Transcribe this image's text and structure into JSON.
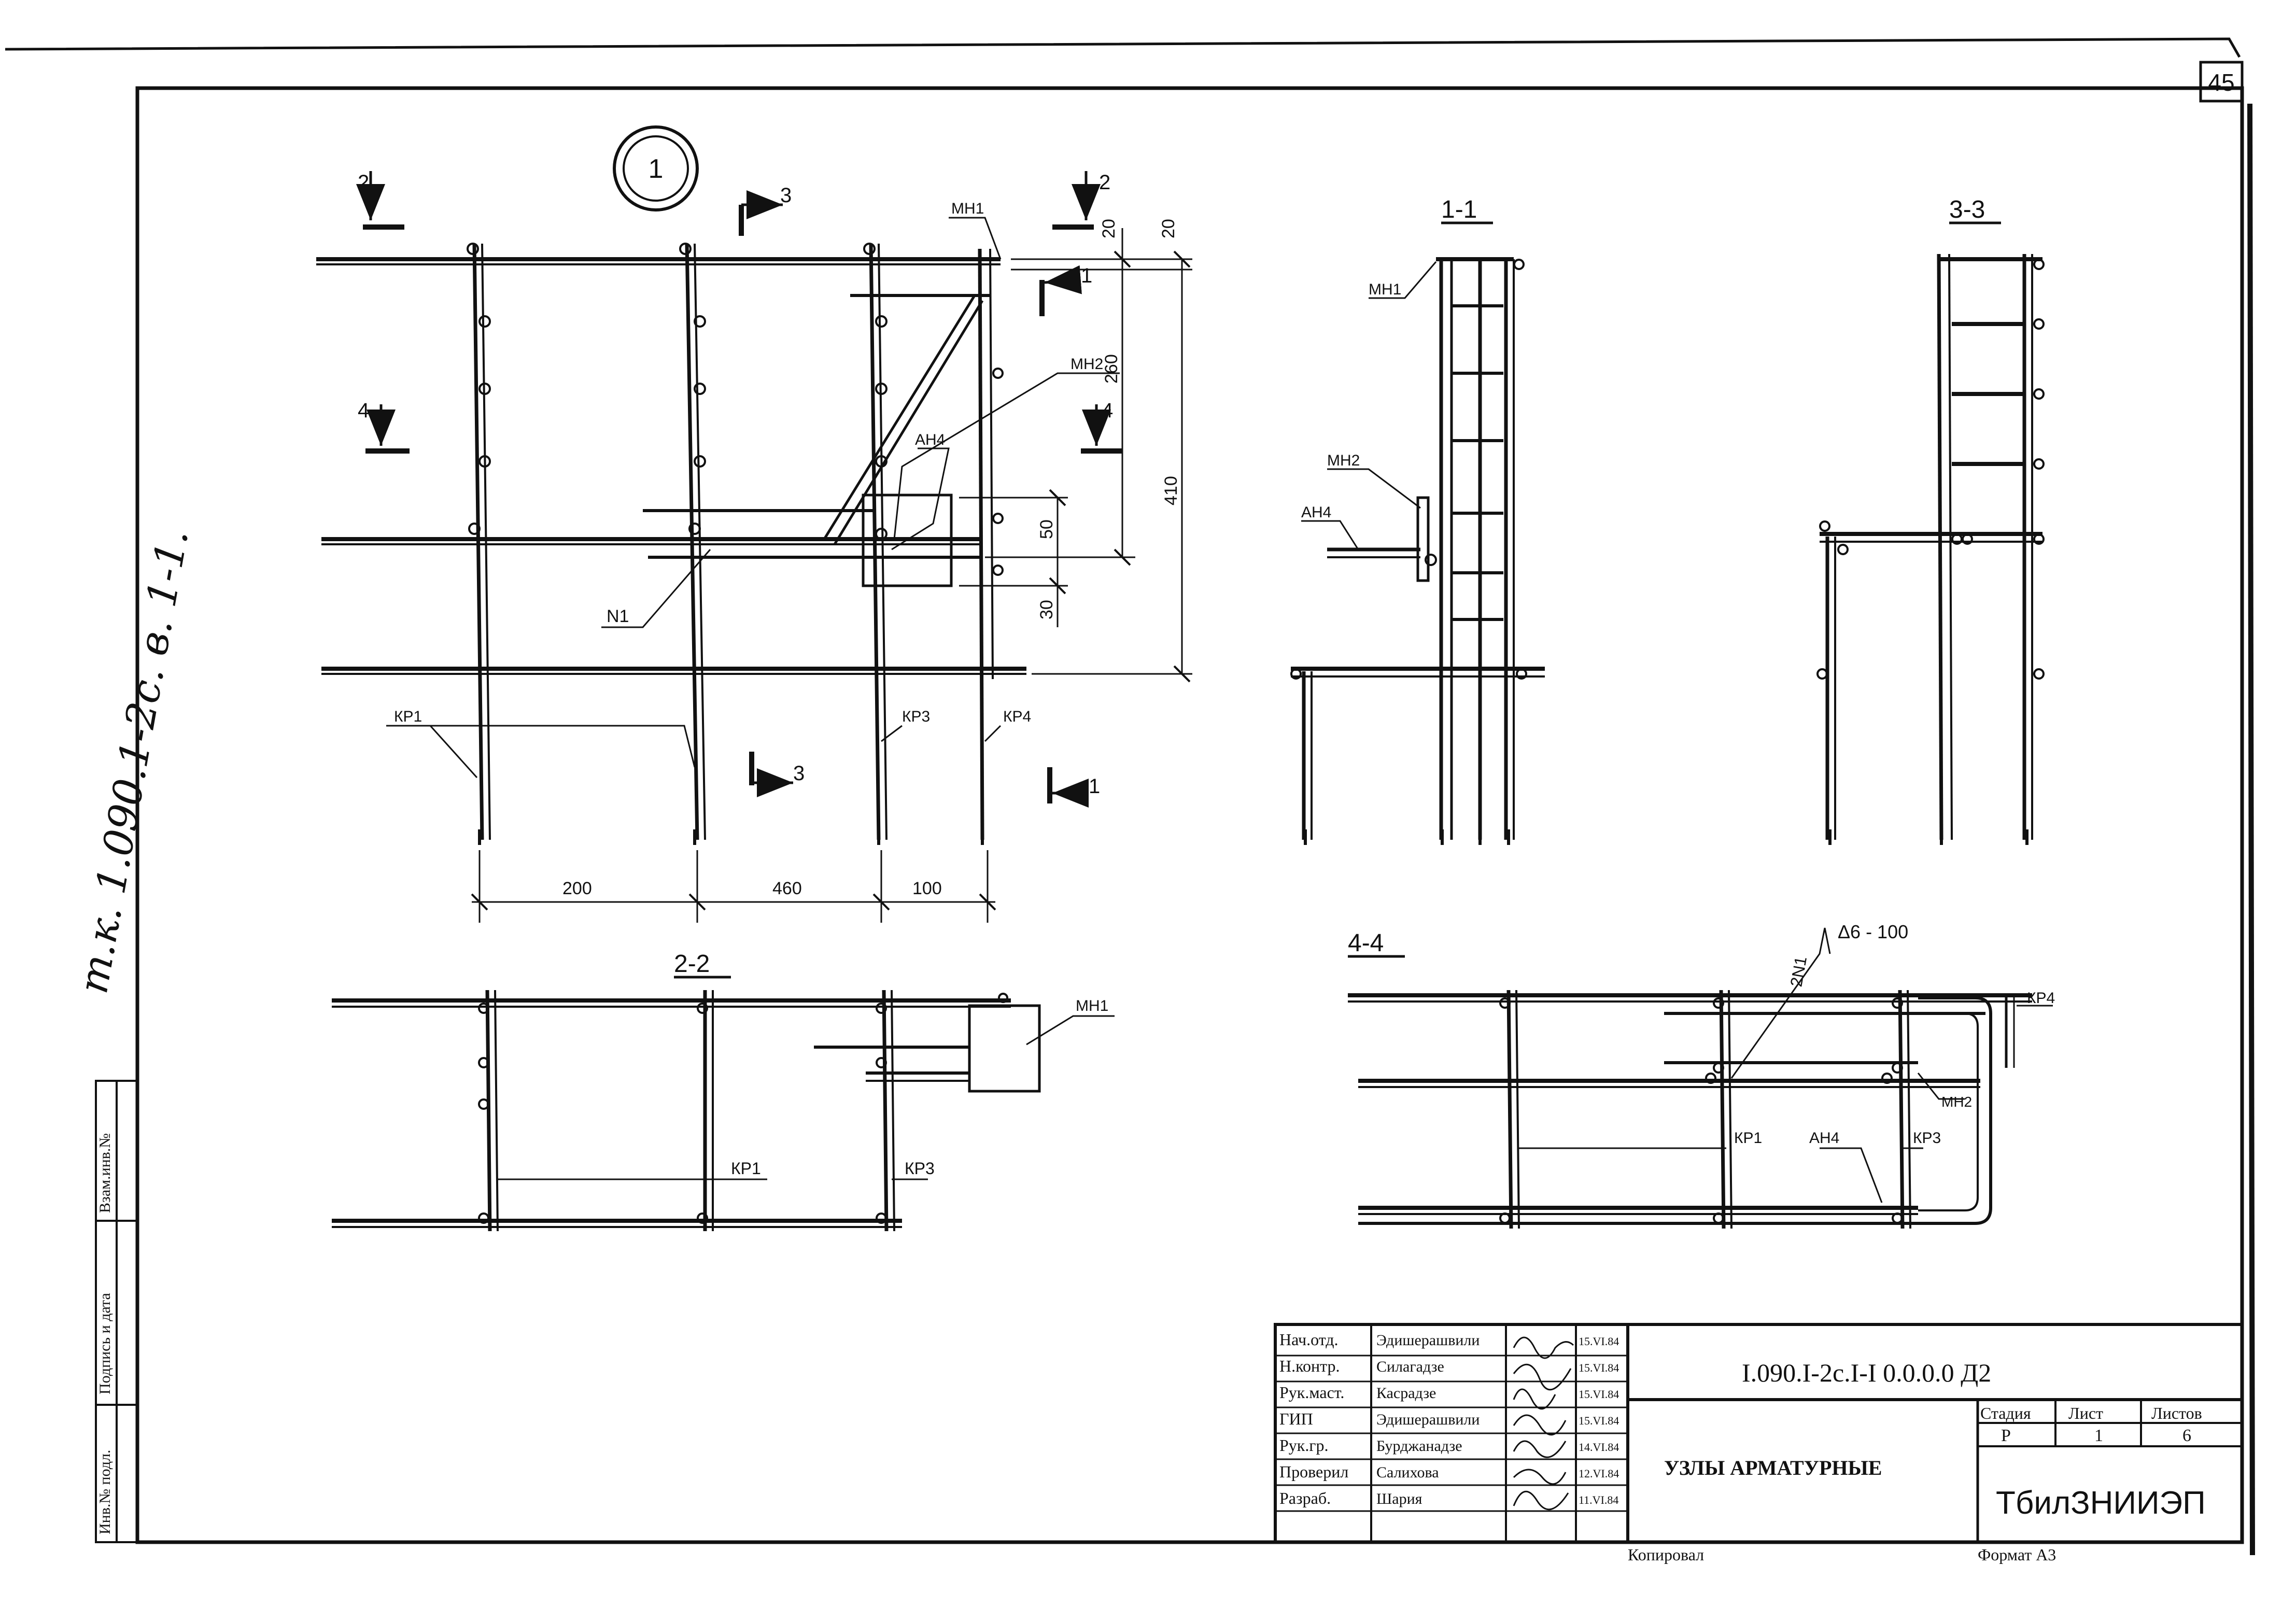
{
  "sheet": {
    "page_number": "45",
    "node_marker": "1",
    "side_stamp": "т.к. 1.090.1-2с. в. 1-1.",
    "format_note": "Формат А3",
    "copied_note": "Копировал"
  },
  "side_panel": {
    "inv_no": "Инв.№ подл.",
    "sign_date": "Подпись и дата",
    "replace_inv": "Взам.инв.№"
  },
  "plan": {
    "cut_2_left": "2",
    "cut_2_right": "2",
    "cut_3_top": "3",
    "cut_3_bottom": "3",
    "cut_4_left": "4",
    "cut_4_right": "4",
    "cut_1_top": "1",
    "cut_1_bottom": "1",
    "mn1": "МН1",
    "mn2": "МН2",
    "an4": "АН4",
    "n1": "N1",
    "kr1": "КР1",
    "kr3": "КР3",
    "kr4": "КР4",
    "dim_20a": "20",
    "dim_20b": "20",
    "dim_260": "260",
    "dim_410": "410",
    "dim_50": "50",
    "dim_30": "30",
    "dim_200": "200",
    "dim_460": "460",
    "dim_100": "100"
  },
  "sec11": {
    "title": "1-1",
    "mn1": "МН1",
    "mn2": "МН2",
    "an4": "АН4"
  },
  "sec33": {
    "title": "3-3"
  },
  "sec22": {
    "title": "2-2",
    "mn1": "МН1",
    "kr1": "КР1",
    "kr3": "КР3"
  },
  "sec44": {
    "title": "4-4",
    "step": "Δ6 - 100",
    "n1": "2N1",
    "kr4": "КР4",
    "mn2": "МН2",
    "kr1": "КР1",
    "an4": "АН4",
    "kr3": "КР3"
  },
  "title_block": {
    "code": "I.090.I-2с.I-I 0.0.0.0 Д2",
    "name": "УЗЛЫ АРМАТУРНЫЕ",
    "org": "ТбилЗНИИЭП",
    "stage_h": "Стадия",
    "sheet_h": "Лист",
    "sheets_h": "Листов",
    "stage": "Р",
    "sheet": "1",
    "sheets": "6",
    "rows": [
      {
        "role": "Нач.отд.",
        "name": "Эдишерашвили",
        "date": "15.VI.84"
      },
      {
        "role": "Н.контр.",
        "name": "Силагадзе",
        "date": "15.VI.84"
      },
      {
        "role": "Рук.маст.",
        "name": "Касрадзе",
        "date": "15.VI.84"
      },
      {
        "role": "ГИП",
        "name": "Эдишерашвили",
        "date": "15.VI.84"
      },
      {
        "role": "Рук.гр.",
        "name": "Бурджанадзе",
        "date": "14.VI.84"
      },
      {
        "role": "Проверил",
        "name": "Салихова",
        "date": "12.VI.84"
      },
      {
        "role": "Разраб.",
        "name": "Шария",
        "date": "11.VI.84"
      }
    ]
  }
}
